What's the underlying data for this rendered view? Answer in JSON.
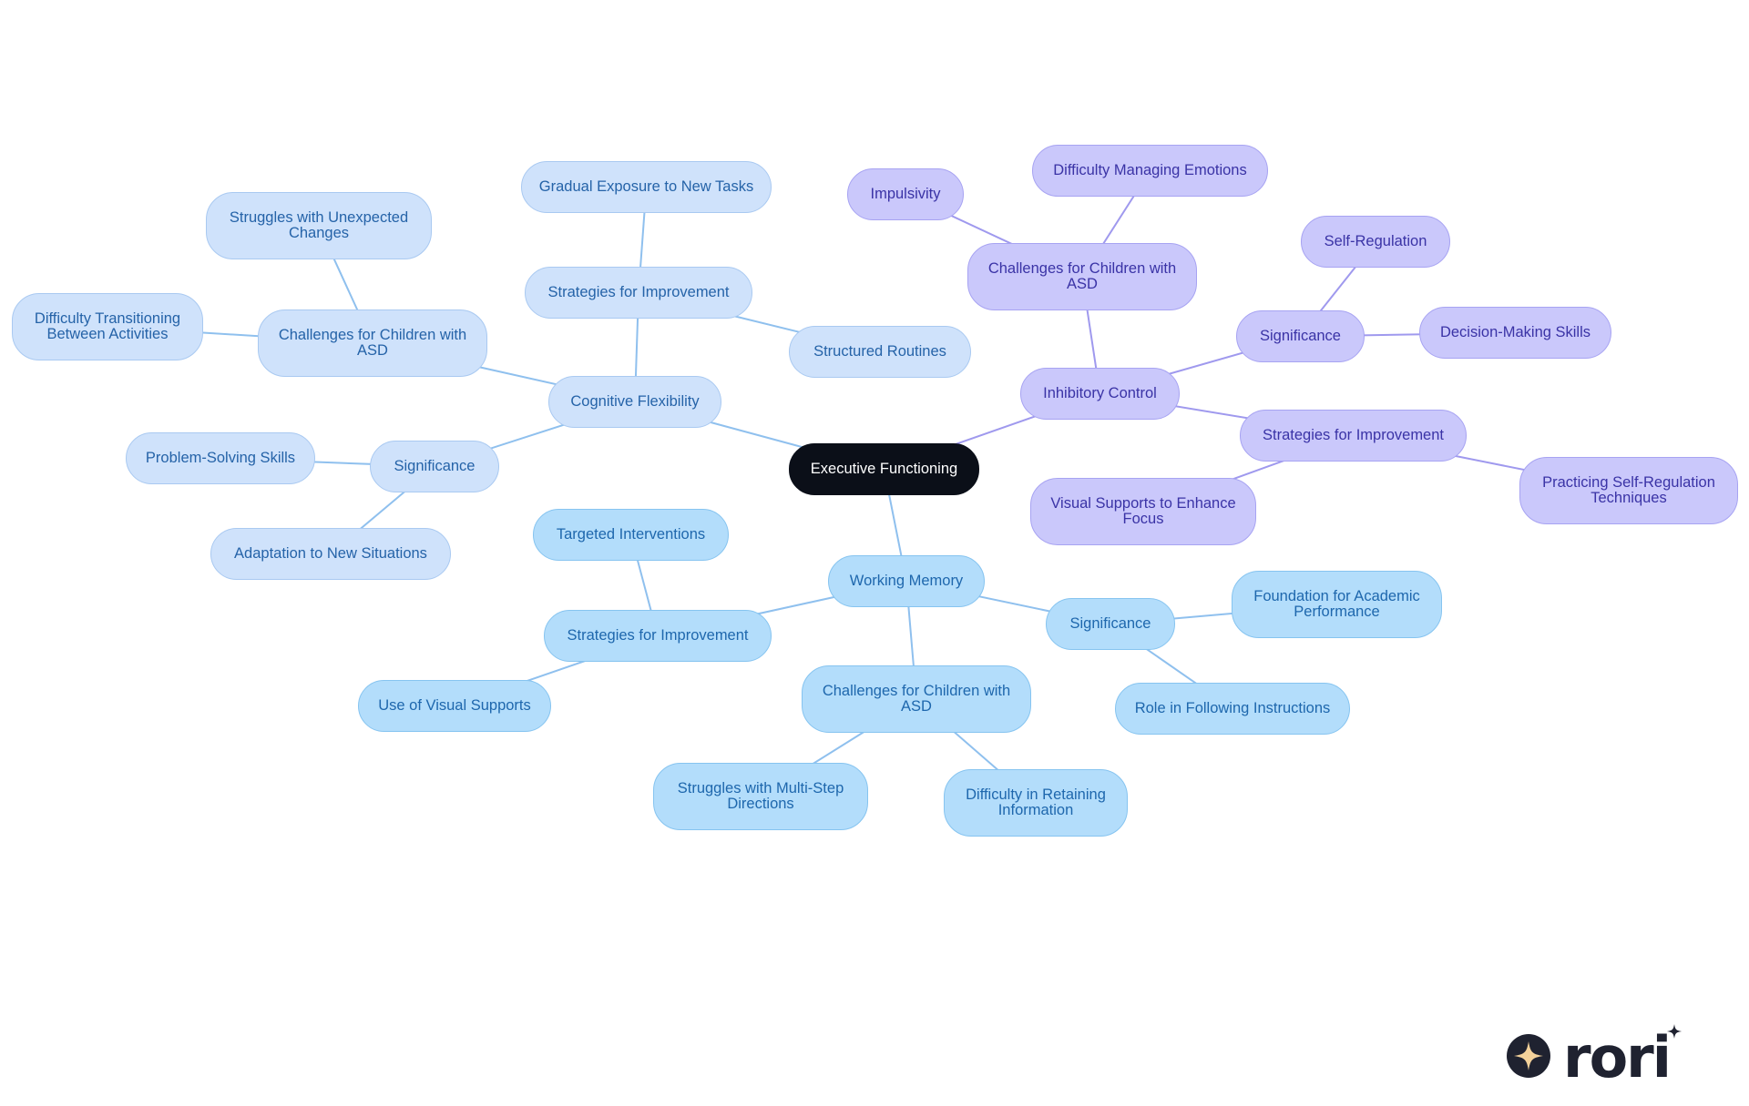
{
  "colors": {
    "root": "#0b0f18",
    "cognitive_flexibility": "#cfe2fb",
    "working_memory": "#b3ddfb",
    "inhibitory_control": "#cac8fb",
    "edge_blue": "#8fc0ee",
    "edge_purple": "#9f99ee"
  },
  "mindmap": {
    "root": "Executive Functioning",
    "cognitive_flexibility": {
      "label": "Cognitive Flexibility",
      "strategies": {
        "label": "Strategies for Improvement",
        "items": [
          "Gradual Exposure to New Tasks",
          "Structured Routines"
        ]
      },
      "challenges": {
        "label": "Challenges for Children with ASD",
        "items": [
          "Struggles with Unexpected Changes",
          "Difficulty Transitioning Between Activities"
        ]
      },
      "significance": {
        "label": "Significance",
        "items": [
          "Problem-Solving Skills",
          "Adaptation to New Situations"
        ]
      }
    },
    "inhibitory_control": {
      "label": "Inhibitory Control",
      "challenges": {
        "label": "Challenges for Children with ASD",
        "items": [
          "Impulsivity",
          "Difficulty Managing Emotions"
        ]
      },
      "significance": {
        "label": "Significance",
        "items": [
          "Self-Regulation",
          "Decision-Making Skills"
        ]
      },
      "strategies": {
        "label": "Strategies for Improvement",
        "items": [
          "Practicing Self-Regulation Techniques",
          "Visual Supports to Enhance Focus"
        ]
      }
    },
    "working_memory": {
      "label": "Working Memory",
      "strategies": {
        "label": "Strategies for Improvement",
        "items": [
          "Targeted Interventions",
          "Use of Visual Supports"
        ]
      },
      "challenges": {
        "label": "Challenges for Children with ASD",
        "items": [
          "Struggles with Multi-Step Directions",
          "Difficulty in Retaining Information"
        ]
      },
      "significance": {
        "label": "Significance",
        "items": [
          "Foundation for Academic Performance",
          "Role in Following Instructions"
        ]
      }
    }
  },
  "logo": {
    "text": "rori",
    "icon": "sparkle-icon"
  }
}
